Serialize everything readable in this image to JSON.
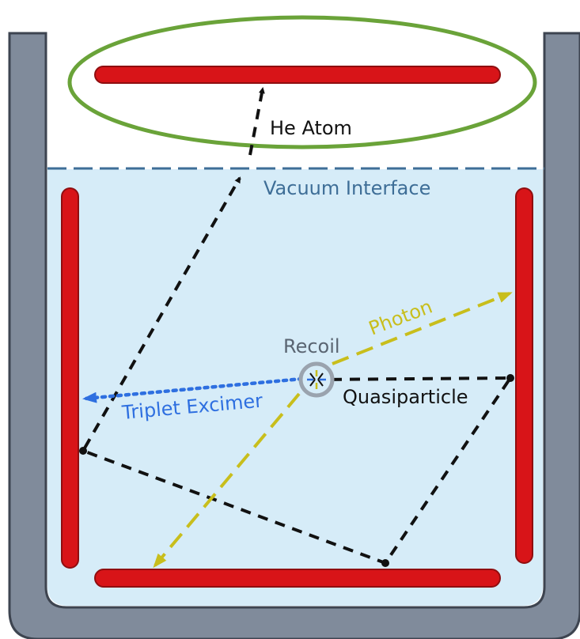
{
  "labels": {
    "he_atom": "He Atom",
    "vacuum_interface": "Vacuum Interface",
    "recoil": "Recoil",
    "photon": "Photon",
    "triplet_excimer": "Triplet Excimer",
    "quasiparticle": "Quasiparticle"
  },
  "colors": {
    "vessel": "#808B9B",
    "vessel_edge": "#3D4450",
    "liquid": "#D6ECF8",
    "interface": "#3E6E97",
    "sensor": "#D81418",
    "sensor_edge": "#8F0E10",
    "highlight_ellipse": "#6AA339",
    "quasiparticle": "#111111",
    "photon": "#C8BE1C",
    "triplet_excimer": "#2E6FE0",
    "recoil_ring": "#9AA3AE"
  }
}
